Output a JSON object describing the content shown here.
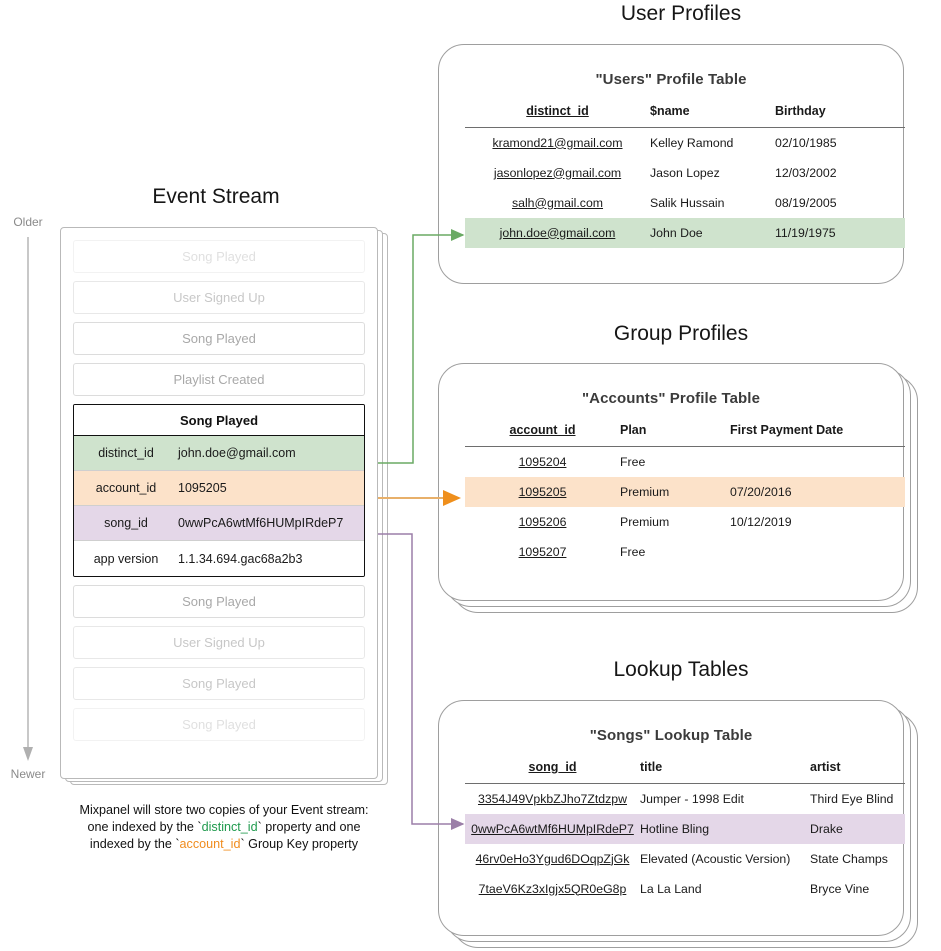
{
  "sections": {
    "user_profiles_title": "User Profiles",
    "group_profiles_title": "Group Profiles",
    "lookup_tables_title": "Lookup Tables",
    "event_stream_title": "Event Stream"
  },
  "timeline": {
    "older_label": "Older",
    "newer_label": "Newer"
  },
  "event_stream": {
    "events_before": [
      {
        "label": "Song Played",
        "ghost": "ghost-1"
      },
      {
        "label": "User Signed Up",
        "ghost": "ghost-2"
      },
      {
        "label": "Song Played",
        "ghost": "ghost-3"
      },
      {
        "label": "Playlist Created",
        "ghost": "ghost-3"
      }
    ],
    "focus_event": {
      "title": "Song Played",
      "properties": [
        {
          "key": "distinct_id",
          "value": "john.doe@gmail.com",
          "highlight": "green"
        },
        {
          "key": "account_id",
          "value": "1095205",
          "highlight": "orange"
        },
        {
          "key": "song_id",
          "value": "0wwPcA6wtMf6HUMpIRdeP7",
          "highlight": "purple"
        },
        {
          "key": "app version",
          "value": "1.1.34.694.gac68a2b3",
          "highlight": "none"
        }
      ]
    },
    "events_after": [
      {
        "label": "Song Played",
        "ghost": "ghost-3"
      },
      {
        "label": "User Signed Up",
        "ghost": "ghost-2"
      },
      {
        "label": "Song Played",
        "ghost": "ghost-2"
      },
      {
        "label": "Song Played",
        "ghost": "ghost-1"
      }
    ],
    "caption": {
      "line1": "Mixpanel will store two copies of your Event stream:",
      "line2_a": "one indexed by the `",
      "line2_key": "distinct_id",
      "line2_b": "` property and one",
      "line3_a": "indexed by the `",
      "line3_key": "account_id",
      "line3_b": "` Group Key property"
    }
  },
  "users_table": {
    "title": "\"Users\" Profile Table",
    "columns": [
      "distinct_id",
      "$name",
      "Birthday"
    ],
    "rows": [
      {
        "cells": [
          "kramond21@gmail.com",
          "Kelley Ramond",
          "02/10/1985"
        ],
        "highlight": "none"
      },
      {
        "cells": [
          "jasonlopez@gmail.com",
          "Jason Lopez",
          "12/03/2002"
        ],
        "highlight": "none"
      },
      {
        "cells": [
          "salh@gmail.com",
          "Salik Hussain",
          "08/19/2005"
        ],
        "highlight": "none"
      },
      {
        "cells": [
          "john.doe@gmail.com",
          "John Doe",
          "11/19/1975"
        ],
        "highlight": "green"
      }
    ]
  },
  "accounts_table": {
    "title": "\"Accounts\" Profile Table",
    "columns": [
      "account_id",
      "Plan",
      "First Payment Date"
    ],
    "rows": [
      {
        "cells": [
          "1095204",
          "Free",
          ""
        ],
        "highlight": "none"
      },
      {
        "cells": [
          "1095205",
          "Premium",
          "07/20/2016"
        ],
        "highlight": "orange"
      },
      {
        "cells": [
          "1095206",
          "Premium",
          "10/12/2019"
        ],
        "highlight": "none"
      },
      {
        "cells": [
          "1095207",
          "Free",
          ""
        ],
        "highlight": "none"
      }
    ]
  },
  "songs_table": {
    "title": "\"Songs\" Lookup Table",
    "columns": [
      "song_id",
      "title",
      "artist"
    ],
    "rows": [
      {
        "cells": [
          "3354J49VpkbZJho7Ztdzpw",
          "Jumper - 1998 Edit",
          "Third Eye Blind"
        ],
        "highlight": "none"
      },
      {
        "cells": [
          "0wwPcA6wtMf6HUMpIRdeP7",
          "Hotline Bling",
          "Drake"
        ],
        "highlight": "purple"
      },
      {
        "cells": [
          "46rv0eHo3Ygud6DOqpZjGk",
          "Elevated (Acoustic Version)",
          "State Champs"
        ],
        "highlight": "none"
      },
      {
        "cells": [
          "7taeV6Kz3xIgjx5QR0eG8p",
          "La La Land",
          "Bryce Vine"
        ],
        "highlight": "none"
      }
    ]
  },
  "colors": {
    "green_highlight": "#cfe3cd",
    "orange_highlight": "#fce2c9",
    "purple_highlight": "#e4d7e8",
    "green_connector": "#6aaa64",
    "orange_connector": "#e8a33d",
    "purple_connector": "#9b7fa8",
    "panel_border": "#9e9e9e"
  }
}
